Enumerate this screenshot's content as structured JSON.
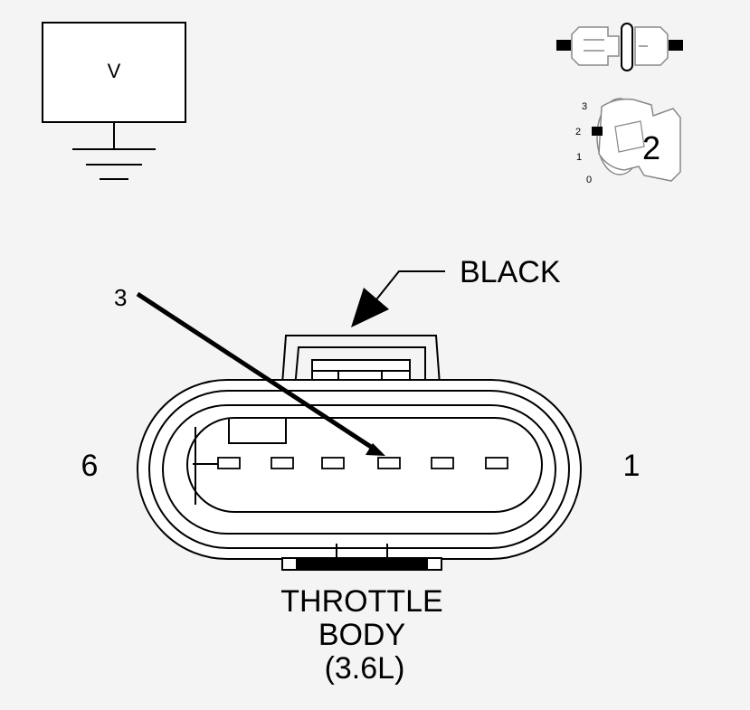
{
  "voltmeter": {
    "symbol": "V"
  },
  "ignition_key": {
    "positions": [
      "3",
      "2",
      "1",
      "0"
    ],
    "selected_label": "2"
  },
  "connector": {
    "color_callout": "BLACK",
    "pin_callout": "3",
    "left_end_pin": "6",
    "right_end_pin": "1",
    "caption": [
      "THROTTLE",
      "BODY",
      "(3.6L)"
    ]
  },
  "colors": {
    "background": "#f4f4f4",
    "ink": "#000000",
    "key_fill": "#ffffff"
  }
}
